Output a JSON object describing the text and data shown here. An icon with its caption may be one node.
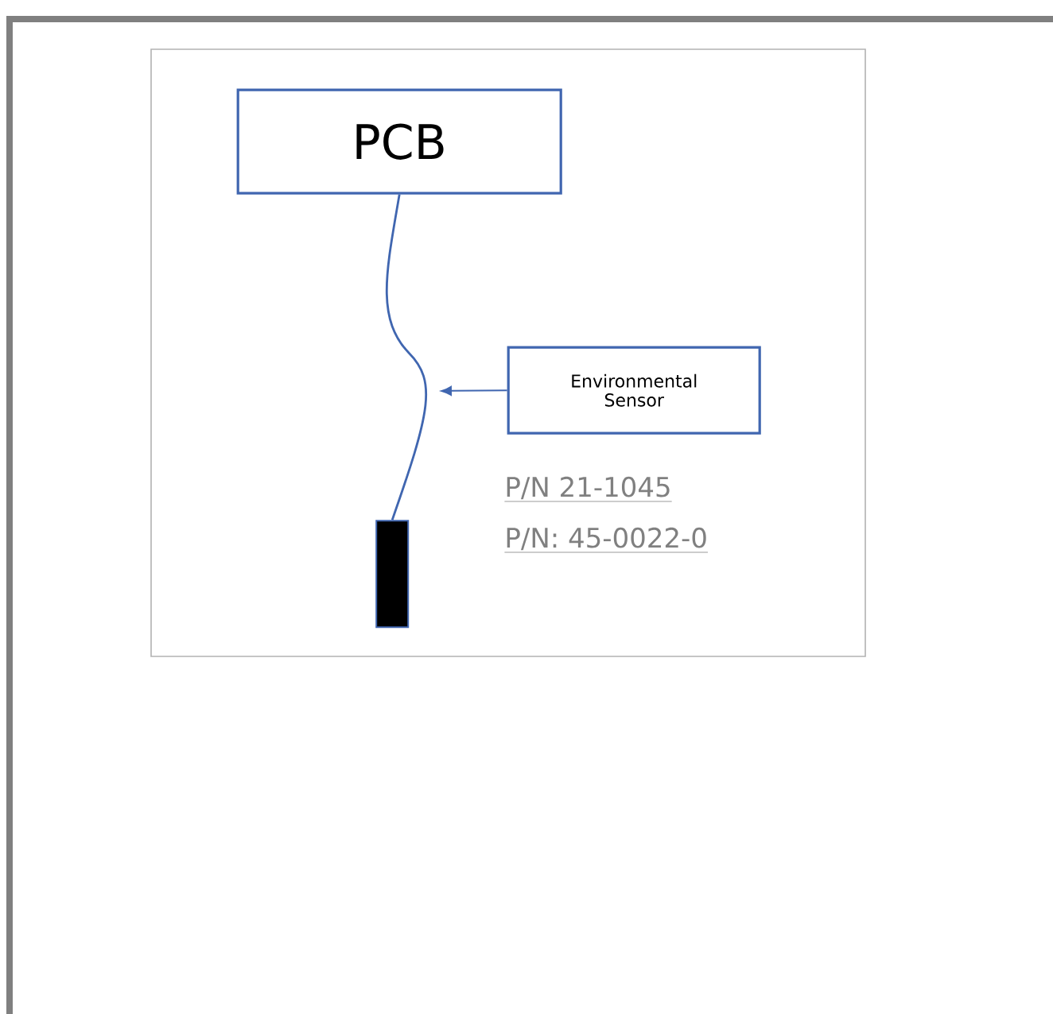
{
  "diagram": {
    "nodes": [
      {
        "text": [],
        "shape": "box"
      },
      {
        "text": [
          "PCB"
        ],
        "in": 0
      },
      {
        "text": [
          "Environmental Sensor"
        ],
        "in": 0
      },
      {
        "text": [],
        "shape": "bar",
        "in": 0
      }
    ],
    "edges": [
      {
        "from": 1,
        "to": 3,
        "arrow": "none"
      },
      {
        "from": 2,
        "to": null,
        "arrow": "to"
      }
    ],
    "labels": [
      "P/N 21-1045",
      "P/N: 45-0022-0"
    ]
  }
}
